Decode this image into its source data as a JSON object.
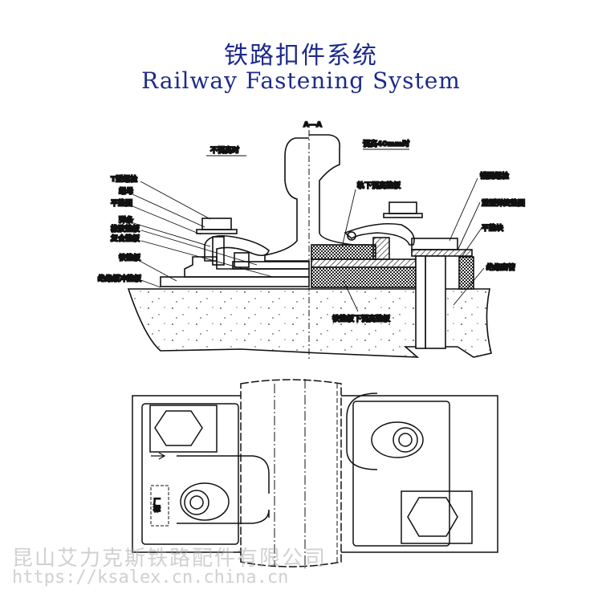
{
  "title": {
    "chinese": "铁路扣件系统",
    "english": "Railway Fastening System"
  },
  "section_view": {
    "section_mark": "A—A",
    "left_heading": "不调高时",
    "right_heading": "调高40mm时",
    "left_labels": [
      "T型螺栓",
      "螺母",
      "平垫圈",
      "弹条",
      "橡胶垫板",
      "复合垫板",
      "铁垫板",
      "绝缘缓冲垫板"
    ],
    "right_labels": [
      "轨下调高垫板",
      "锚固螺栓",
      "重型弹簧垫圈",
      "平垫块",
      "绝缘套管",
      "铁垫板下调高垫板"
    ]
  },
  "plan_view": {
    "factory_mark": "厂标"
  },
  "watermark": {
    "company": "昆山艾力克斯铁路配件有限公司",
    "url": "https://ksalex.cn.china.cn"
  },
  "colors": {
    "title": "#1e2a8a",
    "line": "#111111"
  }
}
